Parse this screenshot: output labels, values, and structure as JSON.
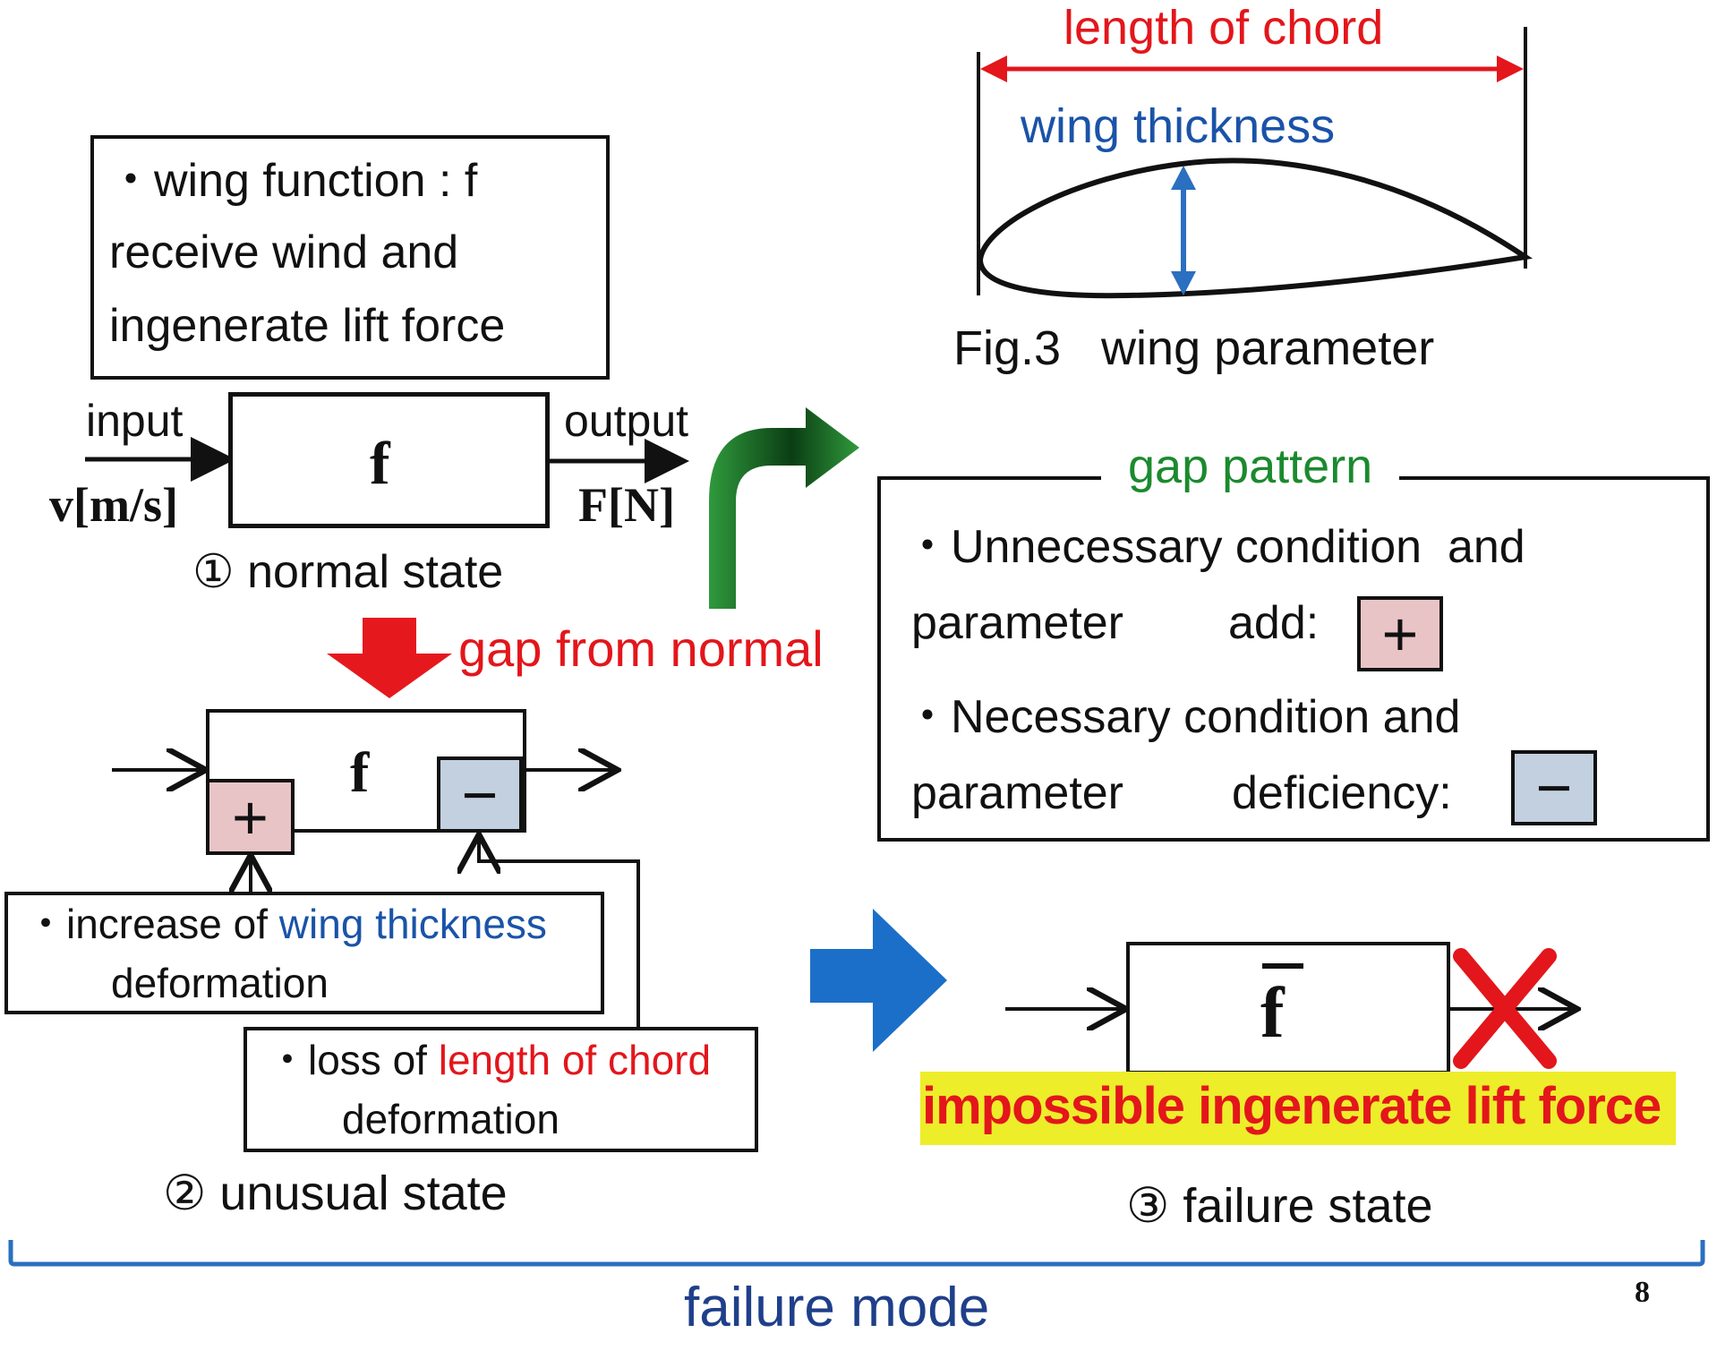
{
  "wing_box": {
    "line1": "・wing function : f",
    "line2": "receive wind and",
    "line3": "ingenerate lift force"
  },
  "normal": {
    "input_label": "input",
    "input_unit": "v[m/s]",
    "func": "f",
    "output_label": "output",
    "output_unit": "F[N]",
    "caption": "① normal state"
  },
  "gap_from_normal": "gap from normal",
  "wing_param": {
    "chord_label": "length of chord",
    "thickness_label": "wing thickness",
    "caption": "Fig.3   wing parameter"
  },
  "gap_pattern": {
    "title": "gap pattern",
    "item1_line1": "・Unnecessary condition  and",
    "item1_line2_a": "parameter",
    "item1_line2_b": "add:",
    "item2_line1": "・Necessary condition and",
    "item2_line2_a": "parameter",
    "item2_line2_b": "deficiency:",
    "plus_symbol": "+",
    "minus_symbol": "−"
  },
  "unusual": {
    "func": "f",
    "plus_symbol": "+",
    "minus_symbol": "−",
    "thickness_box_prefix": "・increase of ",
    "thickness_box_highlight": "wing thickness",
    "thickness_box_line2": "deformation",
    "chord_box_prefix": "・loss of ",
    "chord_box_highlight": "length of chord",
    "chord_box_line2": "deformation",
    "caption": "② unusual state"
  },
  "failure": {
    "func": "f",
    "impossible": "impossible ingenerate lift force",
    "caption": "③ failure state"
  },
  "failure_mode": "failure mode",
  "page_number": "8",
  "colors": {
    "red": "#e3161b",
    "blue": "#1a53a8",
    "green": "#1b8a2e",
    "navy": "#1f3f8a",
    "highlight": "#eded2a",
    "plus_fill": "#e9c4c6",
    "minus_fill": "#c2d0df"
  }
}
